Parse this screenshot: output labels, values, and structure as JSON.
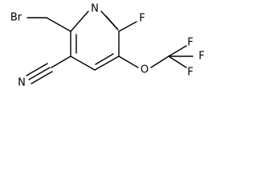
{
  "structure": {
    "atom_labels": {
      "bromine": "Br",
      "ring_nitrogen": "N",
      "ring_fluorine": "F",
      "nitrile_nitrogen": "N",
      "ether_oxygen": "O",
      "cf3_fluorine_top": "F",
      "cf3_fluorine_right": "F",
      "cf3_fluorine_bottom": "F"
    }
  }
}
